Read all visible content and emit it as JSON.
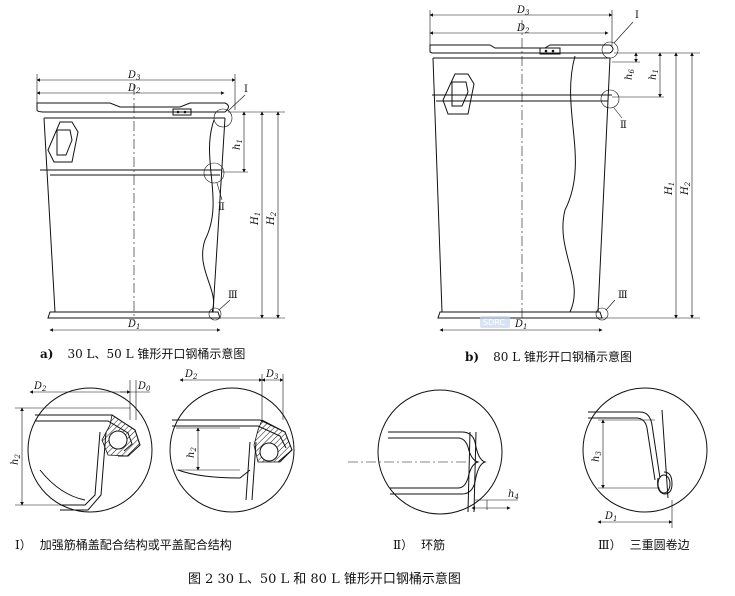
{
  "figure": {
    "title": "图 2   30 L、50 L 和 80 L 锥形开口钢桶示意图"
  },
  "drum_a": {
    "caption_letter": "a)",
    "caption_text": "30 L、50 L 锥形开口钢桶示意图",
    "labels": {
      "D3": "D",
      "D2": "D",
      "D1": "D",
      "h1": "h",
      "H1": "H",
      "H2": "H",
      "I": "Ⅰ",
      "II": "Ⅱ",
      "III": "Ⅲ"
    }
  },
  "drum_b": {
    "caption_letter": "b)",
    "caption_text": "80 L 锥形开口钢桶示意图",
    "labels": {
      "I": "Ⅰ",
      "II": "Ⅱ",
      "III": "Ⅲ"
    }
  },
  "details": {
    "detail_I": {
      "label": "Ⅰ）",
      "text": "加强筋桶盖配合结构或平盖配合结构"
    },
    "detail_II": {
      "label": "Ⅱ）",
      "text": "环筋"
    },
    "detail_III": {
      "label": "Ⅲ）",
      "text": "三重圆卷边"
    }
  },
  "watermark": "SDRC"
}
